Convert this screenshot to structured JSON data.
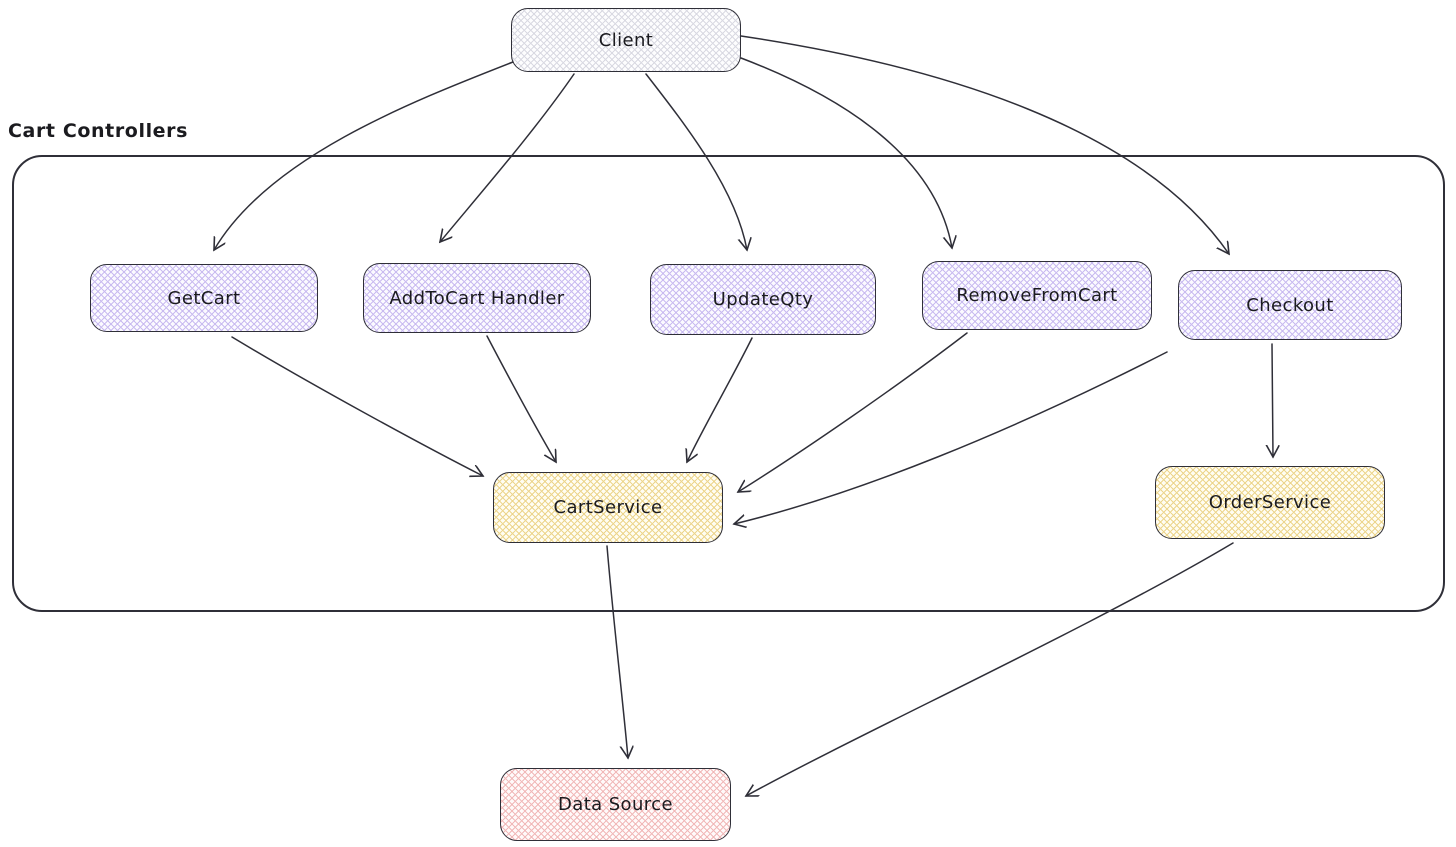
{
  "group": {
    "label": "Cart Controllers"
  },
  "nodes": {
    "client": {
      "label": "Client"
    },
    "get_cart": {
      "label": "GetCart"
    },
    "add_to_cart": {
      "label": "AddToCart Handler"
    },
    "update_qty": {
      "label": "UpdateQty"
    },
    "remove_from_cart": {
      "label": "RemoveFromCart"
    },
    "checkout": {
      "label": "Checkout"
    },
    "cart_service": {
      "label": "CartService"
    },
    "order_service": {
      "label": "OrderService"
    },
    "data_source": {
      "label": "Data Source"
    }
  },
  "edges": [
    {
      "from": "client",
      "to": "get_cart"
    },
    {
      "from": "client",
      "to": "add_to_cart"
    },
    {
      "from": "client",
      "to": "update_qty"
    },
    {
      "from": "client",
      "to": "remove_from_cart"
    },
    {
      "from": "client",
      "to": "checkout"
    },
    {
      "from": "get_cart",
      "to": "cart_service"
    },
    {
      "from": "add_to_cart",
      "to": "cart_service"
    },
    {
      "from": "update_qty",
      "to": "cart_service"
    },
    {
      "from": "remove_from_cart",
      "to": "cart_service"
    },
    {
      "from": "checkout",
      "to": "cart_service"
    },
    {
      "from": "checkout",
      "to": "order_service"
    },
    {
      "from": "cart_service",
      "to": "data_source"
    },
    {
      "from": "order_service",
      "to": "data_source"
    }
  ],
  "colors": {
    "stroke": "#2f2f38",
    "client_fill_hatch": "#d9d9e2",
    "controller_fill_hatch": "#c9bbf0",
    "service_fill_hatch": "#ecd58d",
    "data_source_fill_hatch": "#f1b9b9"
  }
}
